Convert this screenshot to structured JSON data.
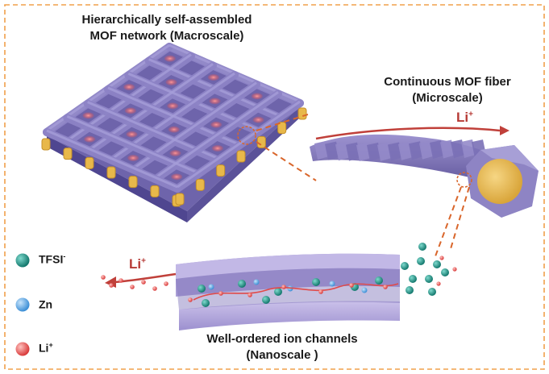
{
  "labels": {
    "macro_line1": "Hierarchically self-assembled",
    "macro_line2": "MOF network (Macroscale)",
    "micro_line1": "Continuous MOF fiber",
    "micro_line2": "(Microscale)",
    "nano_line1": "Well-ordered ion channels",
    "nano_line2": "(Nanoscale )"
  },
  "ions": {
    "li_base": "Li",
    "li_sup": "+"
  },
  "legend": {
    "items": [
      {
        "base": "TFSI",
        "sup": "-",
        "color": "#1f8f83"
      },
      {
        "base": "Zn",
        "sup": "",
        "color": "#5aa7e8"
      },
      {
        "base": "Li",
        "sup": "+",
        "color": "#ec5a5a"
      }
    ]
  },
  "colors": {
    "border": "#f0a04b",
    "mof": "#7e73b8",
    "mof_dark": "#5a4f95",
    "gold": "#e8b84a",
    "li": "#ec5a5a",
    "tfsi": "#1f8f83",
    "zn": "#5aa7e8",
    "arrow": "#c0403a",
    "channel": "#b5a9dc",
    "dashes": "#d9662b"
  }
}
